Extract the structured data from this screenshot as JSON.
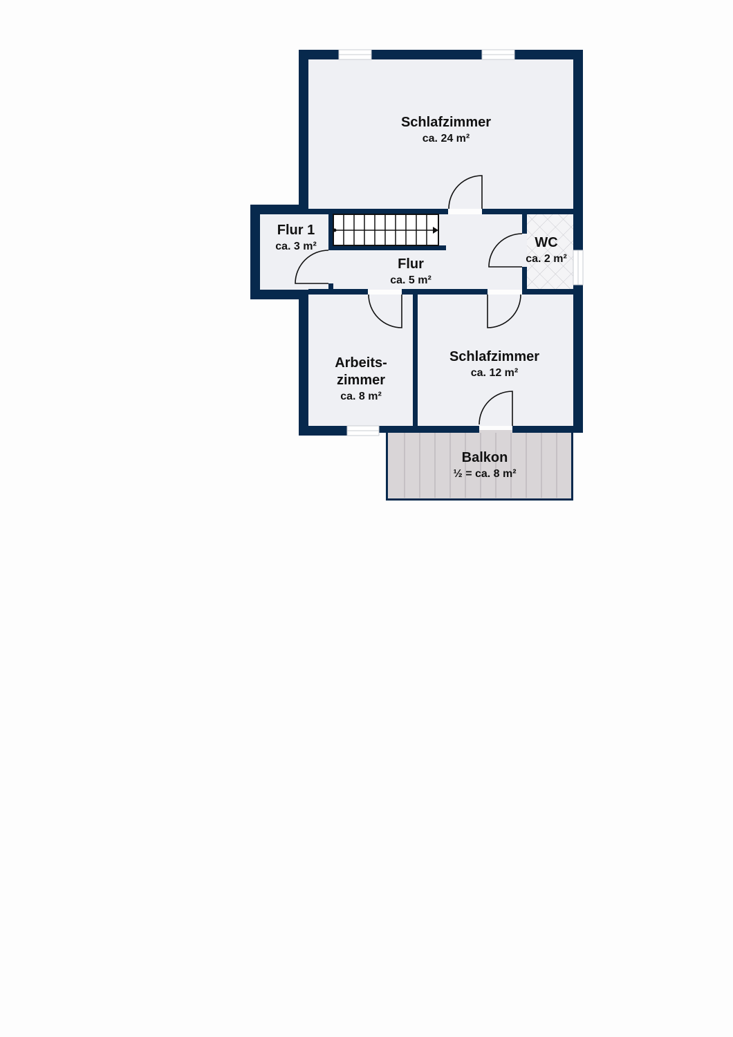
{
  "floorplan": {
    "colors": {
      "wall": "#07294d",
      "floor": "#eff0f4",
      "balcony": "#d9d5d7",
      "background": "#fdfdfd"
    },
    "rooms": {
      "bedroom_large": {
        "name": "Schlafzimmer",
        "area": "ca. 24 m²"
      },
      "hall_1": {
        "name": "Flur 1",
        "area": "ca. 3 m²"
      },
      "hall": {
        "name": "Flur",
        "area": "ca. 5 m²"
      },
      "wc": {
        "name": "WC",
        "area": "ca. 2 m²"
      },
      "study": {
        "name_line1": "Arbeits-",
        "name_line2": "zimmer",
        "area": "ca. 8 m²"
      },
      "bedroom_small": {
        "name": "Schlafzimmer",
        "area": "ca. 12 m²"
      },
      "balcony": {
        "name": "Balkon",
        "area": "½ = ca. 8 m²"
      }
    }
  }
}
